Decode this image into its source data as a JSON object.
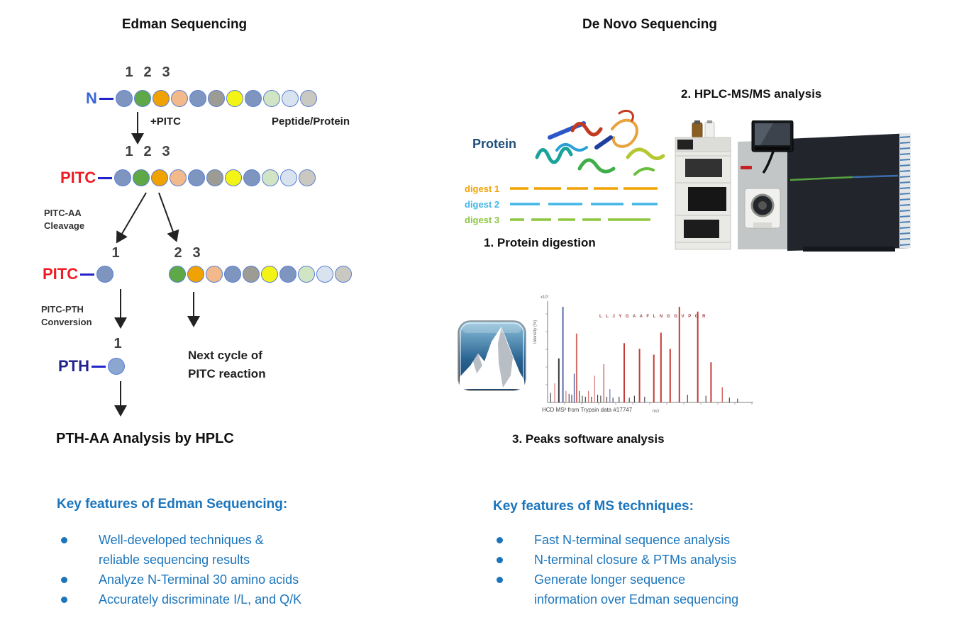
{
  "colors": {
    "feature_blue": "#1b75bc",
    "pitc_red": "#ee1c25",
    "pth_navy": "#23238e",
    "n_blue": "#3a66d9",
    "connector_blue": "#2323cc",
    "bead_stroke": "#5b7fd4"
  },
  "left": {
    "title": "Edman Sequencing",
    "chain_numbers": [
      "1",
      "2",
      "3"
    ],
    "n_terminal_label": "N",
    "peptide_label": "Peptide/Protein",
    "plus_pitc_label": "+PITC",
    "pitc_label": "PITC",
    "cleavage_label": "PITC-AA\nCleavage",
    "single_number": "1",
    "rest_numbers": [
      "2",
      "3"
    ],
    "conversion_label": "PITC-PTH\nConversion",
    "pth_label": "PTH",
    "pth_number": "1",
    "next_cycle_label": "Next cycle of\nPITC reaction",
    "hplc_label": "PTH-AA Analysis by HPLC",
    "features_title": "Key features of Edman Sequencing:",
    "features": [
      {
        "text": "Well-developed techniques &\nreliable sequencing results"
      },
      {
        "text": "Analyze N-Terminal 30 amino acids"
      },
      {
        "text": "Accurately discriminate I/L, and Q/K"
      }
    ],
    "bead_colors": [
      "#7e96bf",
      "#5fa848",
      "#f0a202",
      "#f2b98b",
      "#7e96bf",
      "#9d9c94",
      "#f3f316",
      "#7e96bf",
      "#d1e4c3",
      "#d9e3f0",
      "#cac9c1"
    ],
    "pth_bead_color": "#8ba6cf"
  },
  "right": {
    "title": "De Novo Sequencing",
    "protein_label": "Protein",
    "digests": [
      {
        "label": "digest 1",
        "color": "#f0a202"
      },
      {
        "label": "digest 2",
        "color": "#41b6e6"
      },
      {
        "label": "digest 3",
        "color": "#8cc63f"
      }
    ],
    "step1_label": "1. Protein digestion",
    "step2_label": "2. HPLC-MS/MS analysis",
    "step3_label": "3. Peaks software analysis",
    "features_title": "Key features of MS techniques:",
    "features": [
      {
        "text": "Fast N-terminal sequence analysis"
      },
      {
        "text": "N-terminal closure & PTMs analysis"
      },
      {
        "text": "Generate longer sequence\ninformation over Edman sequencing"
      }
    ]
  },
  "spectrum": {
    "caption": "HCD MS² from Trypsin data #17747",
    "xlabel": "m/z",
    "ylabel": "Intensity (%)",
    "scale_label": "x10⁷",
    "sequence_annotation": "L L J Y G A A F L N G G V P G R",
    "peak_colors": {
      "r": "#c43c35",
      "p": "#d56a66",
      "b": "#5a6cae",
      "n": "#2d3a85",
      "k": "#3a3a3a"
    },
    "peaks": [
      [
        0.015,
        0.1,
        "k"
      ],
      [
        0.035,
        0.2,
        "p"
      ],
      [
        0.055,
        0.46,
        "k"
      ],
      [
        0.075,
        1.0,
        "b"
      ],
      [
        0.09,
        0.12,
        "p"
      ],
      [
        0.105,
        0.09,
        "k"
      ],
      [
        0.118,
        0.08,
        "k"
      ],
      [
        0.13,
        0.3,
        "n"
      ],
      [
        0.142,
        0.72,
        "p"
      ],
      [
        0.155,
        0.12,
        "k"
      ],
      [
        0.17,
        0.07,
        "k"
      ],
      [
        0.185,
        0.06,
        "k"
      ],
      [
        0.2,
        0.12,
        "p"
      ],
      [
        0.215,
        0.06,
        "k"
      ],
      [
        0.23,
        0.28,
        "p"
      ],
      [
        0.245,
        0.08,
        "k"
      ],
      [
        0.26,
        0.07,
        "k"
      ],
      [
        0.275,
        0.4,
        "r"
      ],
      [
        0.29,
        0.06,
        "k"
      ],
      [
        0.305,
        0.14,
        "b"
      ],
      [
        0.32,
        0.05,
        "k"
      ],
      [
        0.35,
        0.06,
        "k"
      ],
      [
        0.375,
        0.62,
        "r"
      ],
      [
        0.4,
        0.05,
        "k"
      ],
      [
        0.425,
        0.07,
        "k"
      ],
      [
        0.45,
        0.56,
        "r"
      ],
      [
        0.475,
        0.06,
        "k"
      ],
      [
        0.52,
        0.5,
        "r"
      ],
      [
        0.555,
        0.73,
        "r"
      ],
      [
        0.6,
        0.56,
        "r"
      ],
      [
        0.645,
        1.0,
        "r"
      ],
      [
        0.685,
        0.08,
        "k"
      ],
      [
        0.735,
        0.95,
        "r"
      ],
      [
        0.775,
        0.07,
        "k"
      ],
      [
        0.8,
        0.42,
        "r"
      ],
      [
        0.855,
        0.16,
        "r"
      ],
      [
        0.89,
        0.05,
        "k"
      ],
      [
        0.93,
        0.04,
        "k"
      ]
    ]
  }
}
